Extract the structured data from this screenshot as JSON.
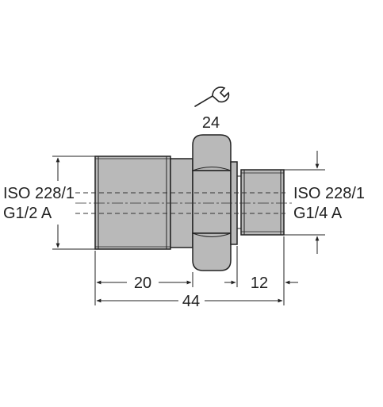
{
  "wrench_size": "24",
  "left_thread": {
    "standard": "ISO 228/1",
    "size": "G1/2 A"
  },
  "right_thread": {
    "standard": "ISO 228/1",
    "size": "G1/4 A"
  },
  "dimensions": {
    "left_length": "20",
    "right_length": "12",
    "total_length": "44"
  },
  "colors": {
    "body": "#b9b9b9",
    "outline": "#222222",
    "hidden_line": "#333333"
  },
  "icons": {
    "wrench": "wrench-icon"
  }
}
